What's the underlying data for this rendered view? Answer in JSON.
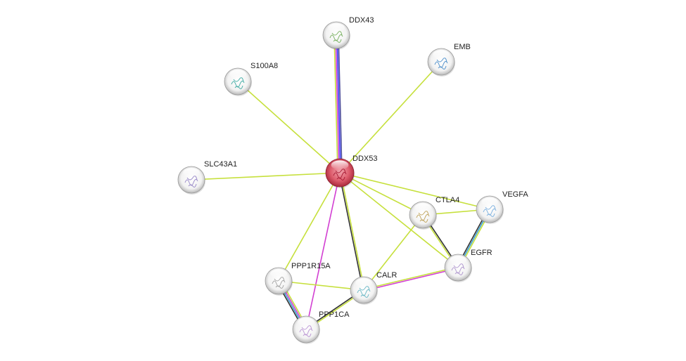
{
  "network": {
    "nodes": [
      {
        "id": "DDX53",
        "label": "DDX53",
        "query": true,
        "ink": "#c0304a"
      },
      {
        "id": "DDX43",
        "label": "DDX43",
        "query": false,
        "ink": "#6aa84f"
      },
      {
        "id": "EMB",
        "label": "EMB",
        "query": false,
        "ink": "#3d85c6"
      },
      {
        "id": "S100A8",
        "label": "S100A8",
        "query": false,
        "ink": "#2ea39b"
      },
      {
        "id": "SLC43A1",
        "label": "SLC43A1",
        "query": false,
        "ink": "#8e7cc3"
      },
      {
        "id": "CTLA4",
        "label": "CTLA4",
        "query": false,
        "ink": "#b99a4a"
      },
      {
        "id": "VEGFA",
        "label": "VEGFA",
        "query": false,
        "ink": "#6fa8dc"
      },
      {
        "id": "EGFR",
        "label": "EGFR",
        "query": false,
        "ink": "#a78bc9"
      },
      {
        "id": "PPP1R15A",
        "label": "PPP1R15A",
        "query": false,
        "ink": "#9a9a9a"
      },
      {
        "id": "CALR",
        "label": "CALR",
        "query": false,
        "ink": "#5bb0c0"
      },
      {
        "id": "PPP1CA",
        "label": "PPP1CA",
        "query": false,
        "ink": "#b48bd0"
      }
    ],
    "edges": [
      {
        "from": "DDX53",
        "to": "DDX43",
        "colors": [
          "#c6e03c",
          "#d23fd2",
          "#3737ff",
          "#4a4a9a"
        ]
      },
      {
        "from": "DDX53",
        "to": "S100A8",
        "colors": [
          "#c6e03c"
        ]
      },
      {
        "from": "DDX53",
        "to": "EMB",
        "colors": [
          "#c6e03c"
        ]
      },
      {
        "from": "DDX53",
        "to": "SLC43A1",
        "colors": [
          "#c6e03c"
        ]
      },
      {
        "from": "DDX53",
        "to": "CTLA4",
        "colors": [
          "#c6e03c"
        ]
      },
      {
        "from": "DDX53",
        "to": "VEGFA",
        "colors": [
          "#c6e03c"
        ]
      },
      {
        "from": "DDX53",
        "to": "EGFR",
        "colors": [
          "#c6e03c"
        ]
      },
      {
        "from": "DDX53",
        "to": "PPP1R15A",
        "colors": [
          "#c6e03c"
        ]
      },
      {
        "from": "DDX53",
        "to": "CALR",
        "colors": [
          "#c6e03c",
          "#333333"
        ]
      },
      {
        "from": "DDX53",
        "to": "PPP1CA",
        "colors": [
          "#d23fd2"
        ]
      },
      {
        "from": "CTLA4",
        "to": "VEGFA",
        "colors": [
          "#c6e03c"
        ]
      },
      {
        "from": "CTLA4",
        "to": "EGFR",
        "colors": [
          "#333333",
          "#c6e03c"
        ]
      },
      {
        "from": "CTLA4",
        "to": "CALR",
        "colors": [
          "#c6e03c"
        ]
      },
      {
        "from": "VEGFA",
        "to": "EGFR",
        "colors": [
          "#c6e03c",
          "#3a9fd0",
          "#333333"
        ]
      },
      {
        "from": "EGFR",
        "to": "CALR",
        "colors": [
          "#d23fd2",
          "#c6e03c"
        ]
      },
      {
        "from": "PPP1R15A",
        "to": "CALR",
        "colors": [
          "#c6e03c"
        ]
      },
      {
        "from": "PPP1R15A",
        "to": "PPP1CA",
        "colors": [
          "#c6e03c",
          "#d23fd2",
          "#3a9fd0",
          "#333333"
        ]
      },
      {
        "from": "CALR",
        "to": "PPP1CA",
        "colors": [
          "#c6e03c",
          "#333333"
        ]
      }
    ]
  }
}
